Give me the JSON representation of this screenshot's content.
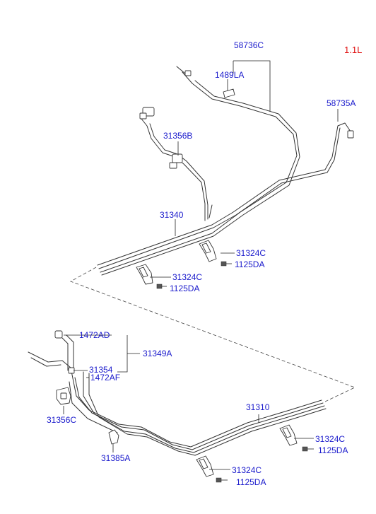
{
  "engine_variant": "1.1L",
  "colors": {
    "label": "#1a1acc",
    "variant": "#e01010",
    "line": "#333333"
  },
  "labels": {
    "p58736C": "58736C",
    "p1489LA": "1489LA",
    "p58735A": "58735A",
    "p31356B": "31356B",
    "p31340": "31340",
    "p31324C_a": "31324C",
    "p1125DA_a": "1125DA",
    "p31324C_b": "31324C",
    "p1125DA_b": "1125DA",
    "p1472AD": "1472AD",
    "p31349A": "31349A",
    "p31354": "31354",
    "p1472AF": "1472AF",
    "p31356C": "31356C",
    "p31310": "31310",
    "p31385A": "31385A",
    "p31324C_c": "31324C",
    "p1125DA_c": "1125DA",
    "p31324C_d": "31324C",
    "p1125DA_d": "1125DA"
  }
}
